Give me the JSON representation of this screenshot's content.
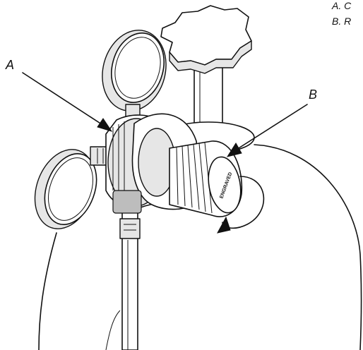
{
  "legend": {
    "item_a": "A. C",
    "item_b": "B. R"
  },
  "callouts": {
    "a": "A",
    "b": "B"
  },
  "knob_marking": "ENGRAVED"
}
